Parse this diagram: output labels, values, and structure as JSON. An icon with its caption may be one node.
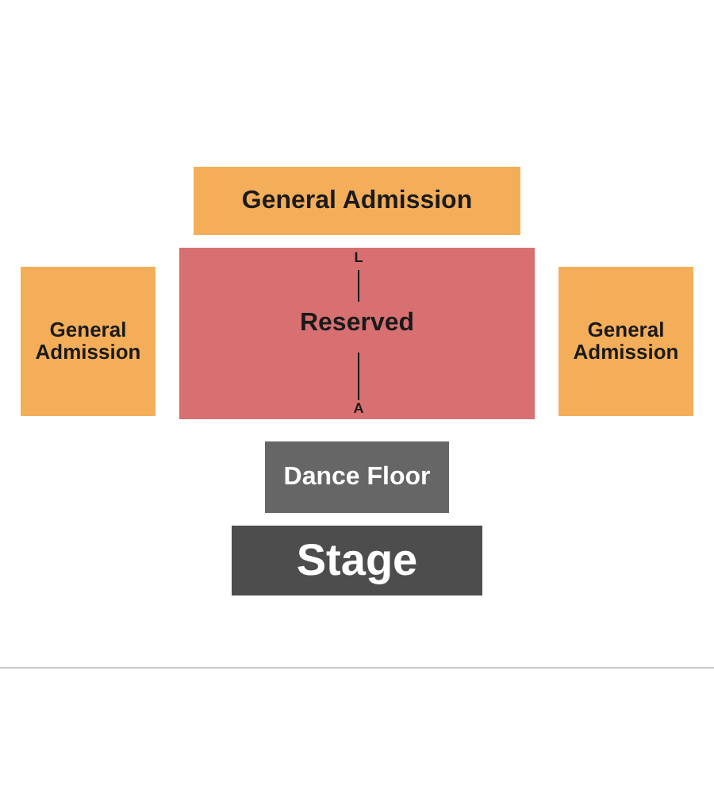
{
  "diagram": {
    "nodes": [
      {
        "text": [
          "General Admission"
        ]
      },
      {
        "text": [
          "General Admission"
        ]
      },
      {
        "text": [
          "L",
          "Reserved",
          "A"
        ]
      },
      {
        "text": [
          "General Admission"
        ]
      },
      {
        "text": [
          "Dance Floor"
        ]
      },
      {
        "text": [
          "Stage"
        ]
      }
    ]
  }
}
